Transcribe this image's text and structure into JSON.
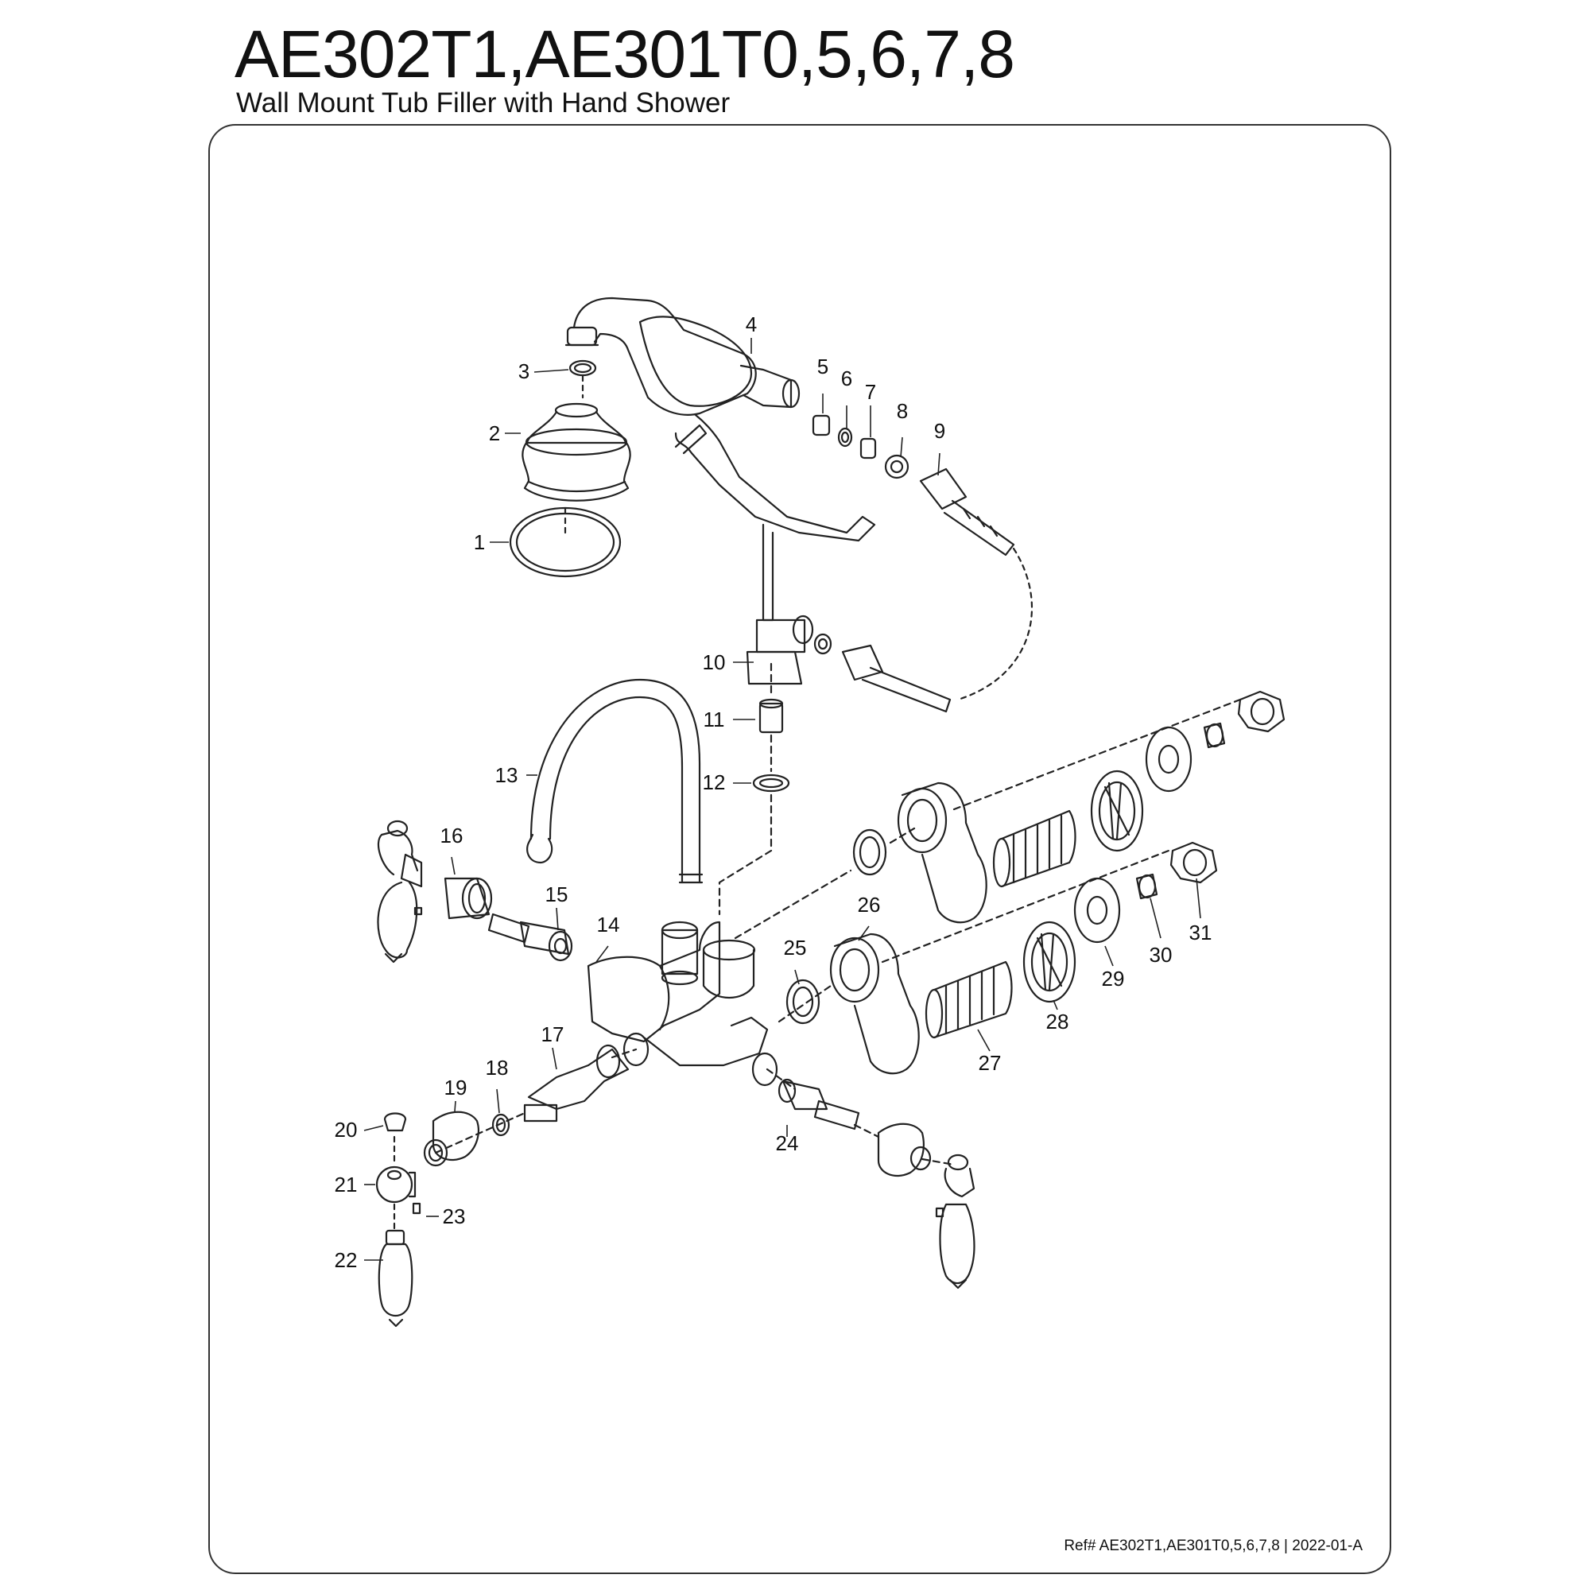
{
  "header": {
    "title": "AE302T1,AE301T0,5,6,7,8",
    "subtitle": "Wall Mount Tub Filler with Hand Shower"
  },
  "footer": {
    "ref": "Ref# AE302T1,AE301T0,5,6,7,8 | 2022-01-A"
  },
  "parts": [
    "1",
    "2",
    "3",
    "4",
    "5",
    "6",
    "7",
    "8",
    "9",
    "10",
    "11",
    "12",
    "13",
    "14",
    "15",
    "16",
    "17",
    "18",
    "19",
    "20",
    "21",
    "22",
    "23",
    "24",
    "25",
    "26",
    "27",
    "28",
    "29",
    "30",
    "31"
  ]
}
